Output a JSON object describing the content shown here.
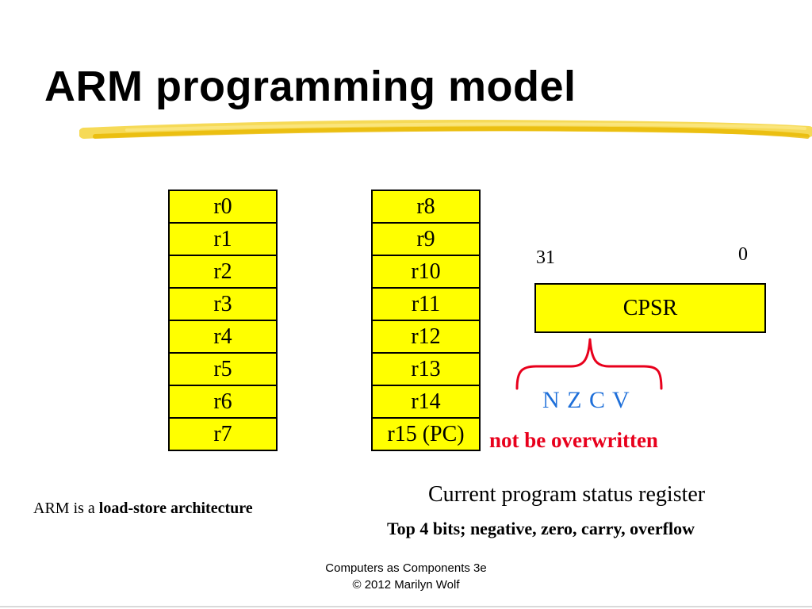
{
  "slide": {
    "title": "ARM programming model",
    "registers_left": [
      "r0",
      "r1",
      "r2",
      "r3",
      "r4",
      "r5",
      "r6",
      "r7"
    ],
    "registers_right": [
      "r8",
      "r9",
      "r10",
      "r11",
      "r12",
      "r13",
      "r14",
      "r15 (PC)"
    ],
    "cpsr": {
      "label": "CPSR",
      "bit_high": "31",
      "bit_low": "0",
      "flags": "N Z C V",
      "warning": "not be overwritten"
    },
    "arm_note_prefix": "ARM is a ",
    "arm_note_bold": "load-store architecture",
    "cpsr_description": "Current program status register",
    "bits_description": "Top 4 bits; negative, zero, carry, overflow",
    "footer_line1": "Computers as Components 3e",
    "footer_line2": "© 2012 Marilyn Wolf"
  },
  "colors": {
    "register_fill": "#ffff00",
    "flag_text": "#1e6fd9",
    "warning_text": "#e8001c",
    "brace": "#e8001c",
    "title_underline": "#f2c200"
  }
}
